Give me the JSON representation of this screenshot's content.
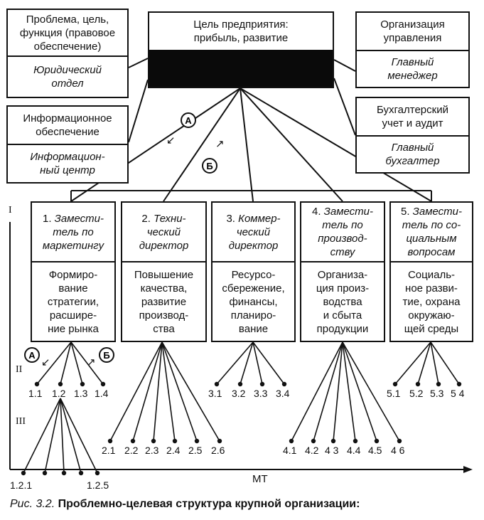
{
  "center": {
    "top_text": "Цель предприятия:\nприбыль, развитие",
    "fill": "#0a0a0a"
  },
  "left_boxes": [
    {
      "top": "Проблема, цель,\nфункция (правовое\nобеспечение)",
      "bottom": "Юридический\nотдел"
    },
    {
      "top": "Информационное\nобеспечение",
      "bottom": "Информацион-\nный центр"
    }
  ],
  "right_boxes": [
    {
      "top": "Организация\nуправления",
      "bottom": "Главный\nменеджер"
    },
    {
      "top": "Бухгалтерский\nучет и аудит",
      "bottom": "Главный\nбухгалтер"
    }
  ],
  "directors": [
    {
      "number": "1.",
      "title": "Замести-\nтель по\nмаркетингу",
      "task": "Формиро-\nвание\nстратегии,\nрасшире-\nние рынка"
    },
    {
      "number": "2.",
      "title": "Техни-\nческий\nдиректор",
      "task": "Повышение\nкачества,\nразвитие\nпроизвод-\nства"
    },
    {
      "number": "3.",
      "title": "Коммер-\nческий\nдиректор",
      "task": "Ресурсо-\nсбережение,\nфинансы,\nпланиро-\nвание"
    },
    {
      "number": "4.",
      "title": "Замести-\nтель по\nпроизвод-\nству",
      "task": "Организа-\nция произ-\nводства\nи сбыта\nпродукции"
    },
    {
      "number": "5.",
      "title": "Замести-\nтель по со-\nциальным\nвопросам",
      "task": "Социаль-\nное разви-\nтие, охрана\nокружаю-\nщей среды"
    }
  ],
  "leaves": {
    "g1": [
      "1.1",
      "1.2",
      "1.3",
      "1.4"
    ],
    "g2": [
      "2.1",
      "2.2",
      "2.3",
      "2.4",
      "2.5",
      "2.6"
    ],
    "g3": [
      "3.1",
      "3.2",
      "3.3",
      "3.4"
    ],
    "g4": [
      "4.1",
      "4.2",
      "4 3",
      "4.4",
      "4.5",
      "4 6"
    ],
    "g5": [
      "5.1",
      "5.2",
      "5.3",
      "5 4"
    ],
    "g12": [
      "1.2.1",
      "1.2.5"
    ]
  },
  "levels": [
    "I",
    "II",
    "III"
  ],
  "markers": {
    "a": "А",
    "b": "Б",
    "arrow_a": "↙",
    "arrow_b": "↗"
  },
  "axis_label": "МТ",
  "caption": {
    "prefix": "Рис. 3.2.",
    "title": "Проблемно-целевая структура крупной организации:"
  }
}
